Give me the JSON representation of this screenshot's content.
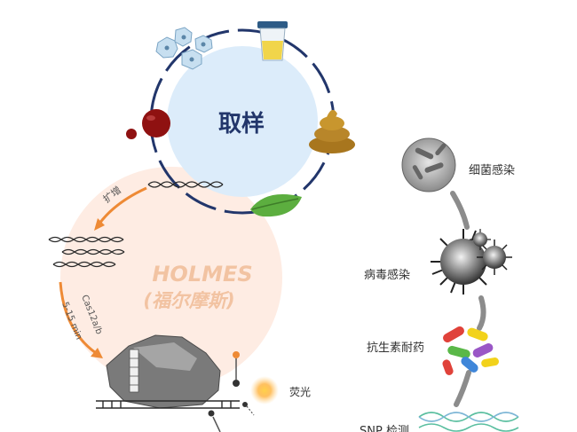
{
  "sampling": {
    "title": "取样"
  },
  "holmes": {
    "name": "HOLMES",
    "cn_name": "(福尔摩斯)"
  },
  "steps": {
    "amplify": "扩增",
    "enzyme": "Cas12a/b",
    "time": "5-15 min",
    "fluorescence": "荧光"
  },
  "applications": [
    {
      "label": "细菌感染"
    },
    {
      "label": "病毒感染"
    },
    {
      "label": "抗生素耐药"
    },
    {
      "label": "SNP 检测"
    }
  ],
  "colors": {
    "sampling_fill": "#dcecfa",
    "sampling_ring": "#22366b",
    "holmes_fill": "#fde6da",
    "accent_orange": "#ee8a35",
    "holmes_text": "#f2c3a2",
    "dna_dark": "#2a2a2a",
    "pill_red": "#e0423a",
    "pill_yellow": "#f2d21b",
    "pill_green": "#5ab848",
    "pill_purple": "#9a57c6",
    "pill_blue": "#3f86d9"
  },
  "icons": [
    "cells-icon",
    "urine-cup-icon",
    "blood-drop-icon",
    "stool-icon",
    "leaf-icon",
    "bacteria-icon",
    "virus-icon",
    "pills-icon",
    "dna-helix-icon",
    "cas-protein-icon",
    "reporter-icon"
  ]
}
